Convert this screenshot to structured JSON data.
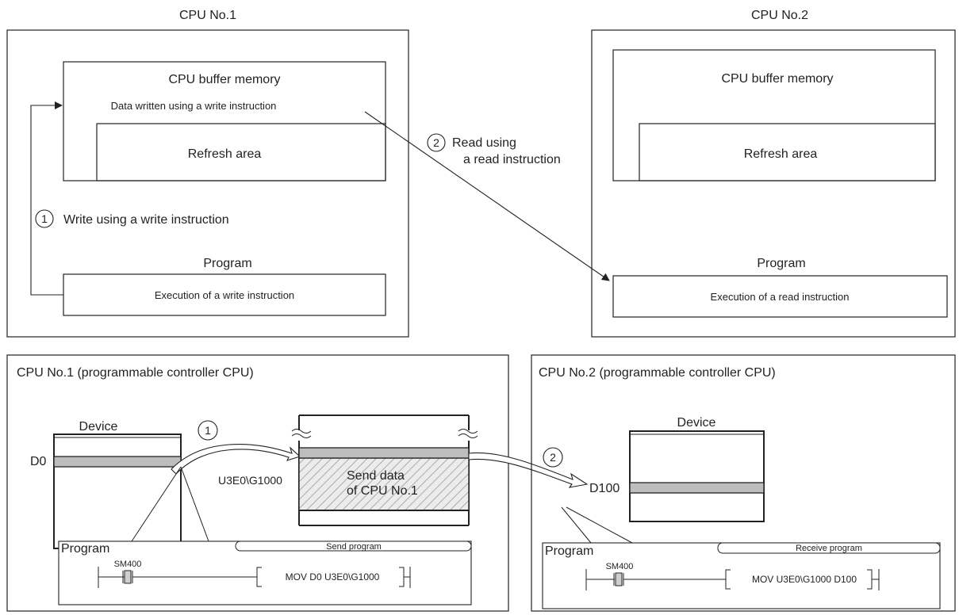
{
  "top": {
    "cpu1": {
      "title": "CPU No.1",
      "buffer_title": "CPU buffer memory",
      "buffer_note": "Data written using a write instruction",
      "refresh": "Refresh area",
      "step1_num": "1",
      "step1_text": "Write using a write instruction",
      "program_label": "Program",
      "program_box": "Execution of a write instruction"
    },
    "cpu2": {
      "title": "CPU No.2",
      "buffer_title": "CPU buffer memory",
      "refresh": "Refresh area",
      "program_label": "Program",
      "program_box": "Execution of a read instruction"
    },
    "step2_num": "2",
    "step2_line1": "Read using",
    "step2_line2": "a read instruction"
  },
  "bottom": {
    "cpu1": {
      "title": "CPU No.1 (programmable controller CPU)",
      "device_label": "Device",
      "d0": "D0",
      "step1_num": "1",
      "address": "U3E0\\G1000",
      "send_data_1": "Send data",
      "send_data_2": "of CPU No.1",
      "program_label": "Program",
      "program_name": "Send program",
      "contact": "SM400",
      "instruction": "MOV D0 U3E0\\G1000"
    },
    "cpu2": {
      "title": "CPU No.2 (programmable controller CPU)",
      "step2_num": "2",
      "device_label": "Device",
      "d100": "D100",
      "program_label": "Program",
      "program_name": "Receive program",
      "contact": "SM400",
      "instruction": "MOV U3E0\\G1000 D100"
    }
  },
  "colors": {
    "line": "#222222",
    "shade": "#bdbdbd",
    "hatch": "#9a9a9a",
    "contact_fill": "#cfcfcf"
  }
}
